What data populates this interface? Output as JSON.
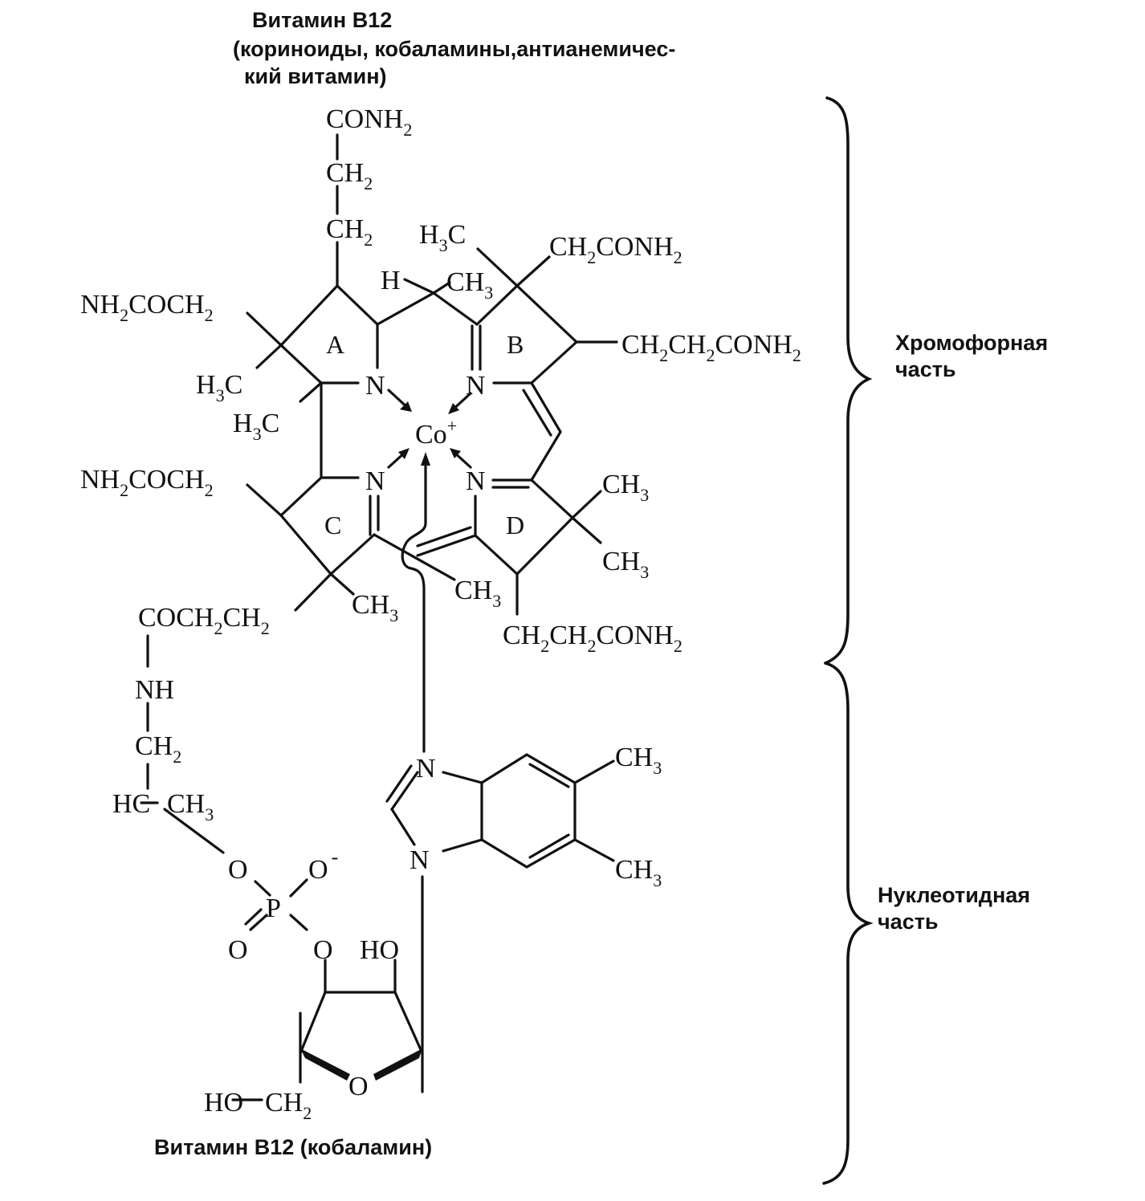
{
  "title": {
    "line1": "Витамин B12",
    "line2": "(кориноиды, кобаламины,антианемичес-",
    "line3": "кий витамин)"
  },
  "caption": "Витамин B12 (кобаламин)",
  "sections": {
    "chromophore": [
      "Хромофорная",
      "часть"
    ],
    "nucleotide": [
      "Нуклеотидная",
      "часть"
    ]
  },
  "ring_labels": [
    "A",
    "B",
    "C",
    "D"
  ],
  "groups": {
    "conh2_top": [
      "CONH",
      "2"
    ],
    "ch2_top1": [
      "CH",
      "2"
    ],
    "ch2_top2": [
      "CH",
      "2"
    ],
    "h3c_top": [
      "H",
      "3",
      "C"
    ],
    "ch2conh2_b": [
      "CH",
      "2",
      "CONH",
      "2"
    ],
    "h_atom": "H",
    "ch3_a": [
      "CH",
      "3"
    ],
    "nh2coch2_1": [
      "NH",
      "2",
      "COCH",
      "2"
    ],
    "ch2ch2conh2_b": [
      "CH",
      "2",
      "CH",
      "2",
      "CONH",
      "2"
    ],
    "h3c_a1": [
      "H",
      "3",
      "C"
    ],
    "h3c_a2": [
      "H",
      "3",
      "C"
    ],
    "cobalt": [
      "Co",
      "+"
    ],
    "nh2coch2_2": [
      "NH",
      "2",
      "COCH",
      "2"
    ],
    "ch3_d1": [
      "CH",
      "3"
    ],
    "ch3_d2": [
      "CH",
      "3"
    ],
    "ch3_c": [
      "CH",
      "3"
    ],
    "ch3_cd": [
      "CH",
      "3"
    ],
    "coch2ch2": [
      "COCH",
      "2",
      "CH",
      "2"
    ],
    "ch2ch2conh2_d": [
      "CH",
      "2",
      "CH",
      "2",
      "CONH",
      "2"
    ],
    "nh": "NH",
    "ch2_chain": [
      "CH",
      "2"
    ],
    "hc_ch3": [
      "HC",
      "CH",
      "3"
    ],
    "o_phos1": "O",
    "o_minus": [
      "O",
      "-"
    ],
    "p_atom": "P",
    "o_phos2": "O",
    "o_phos3": "O",
    "ho_ribose": "HO",
    "o_ring": "O",
    "ho_ch2": [
      "HO",
      "CH",
      "2"
    ],
    "ch3_bz1": [
      "CH",
      "3"
    ],
    "ch3_bz2": [
      "CH",
      "3"
    ],
    "n_atom": "N"
  }
}
